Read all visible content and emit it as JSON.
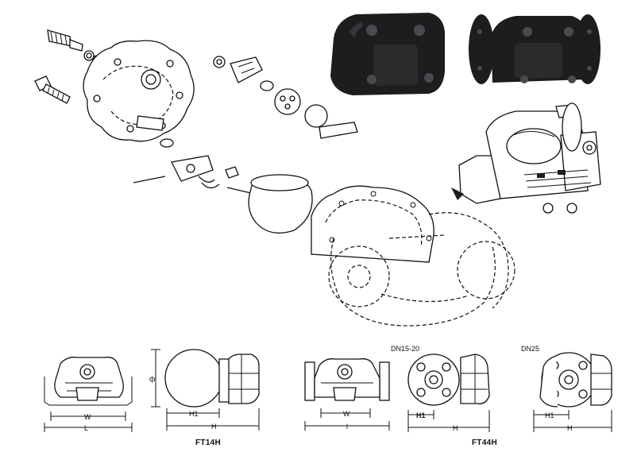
{
  "labels": {
    "dn15_20": "DN15-20",
    "dn25": "DN25",
    "ft14h": "FT14H",
    "ft44h": "FT44H"
  },
  "dims": {
    "W": "W",
    "L": "L",
    "H": "H",
    "H1": "H1",
    "phi": "ф",
    "l": "l"
  }
}
